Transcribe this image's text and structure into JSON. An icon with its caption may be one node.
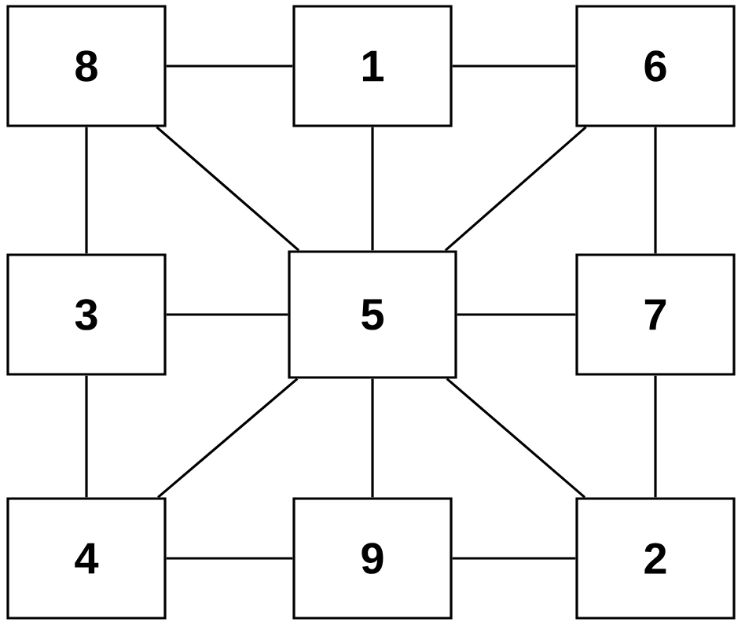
{
  "diagram": {
    "nodes": [
      {
        "text": [
          "8"
        ]
      },
      {
        "text": [
          "1"
        ]
      },
      {
        "text": [
          "6"
        ]
      },
      {
        "text": [
          "3"
        ]
      },
      {
        "text": [
          "5"
        ]
      },
      {
        "text": [
          "7"
        ]
      },
      {
        "text": [
          "4"
        ]
      },
      {
        "text": [
          "9"
        ]
      },
      {
        "text": [
          "2"
        ]
      }
    ],
    "edges": [
      {
        "from": 0,
        "to": 1,
        "arrow": "none"
      },
      {
        "from": 1,
        "to": 2,
        "arrow": "none"
      },
      {
        "from": 0,
        "to": 3,
        "arrow": "none"
      },
      {
        "from": 0,
        "to": 4,
        "arrow": "none"
      },
      {
        "from": 1,
        "to": 4,
        "arrow": "none"
      },
      {
        "from": 2,
        "to": 4,
        "arrow": "none"
      },
      {
        "from": 2,
        "to": 5,
        "arrow": "none"
      },
      {
        "from": 3,
        "to": 4,
        "arrow": "none"
      },
      {
        "from": 4,
        "to": 5,
        "arrow": "none"
      },
      {
        "from": 3,
        "to": 6,
        "arrow": "none"
      },
      {
        "from": 6,
        "to": 4,
        "arrow": "none"
      },
      {
        "from": 4,
        "to": 7,
        "arrow": "none"
      },
      {
        "from": 4,
        "to": 8,
        "arrow": "none"
      },
      {
        "from": 5,
        "to": 8,
        "arrow": "none"
      },
      {
        "from": 6,
        "to": 7,
        "arrow": "none"
      },
      {
        "from": 7,
        "to": 8,
        "arrow": "none"
      }
    ]
  }
}
